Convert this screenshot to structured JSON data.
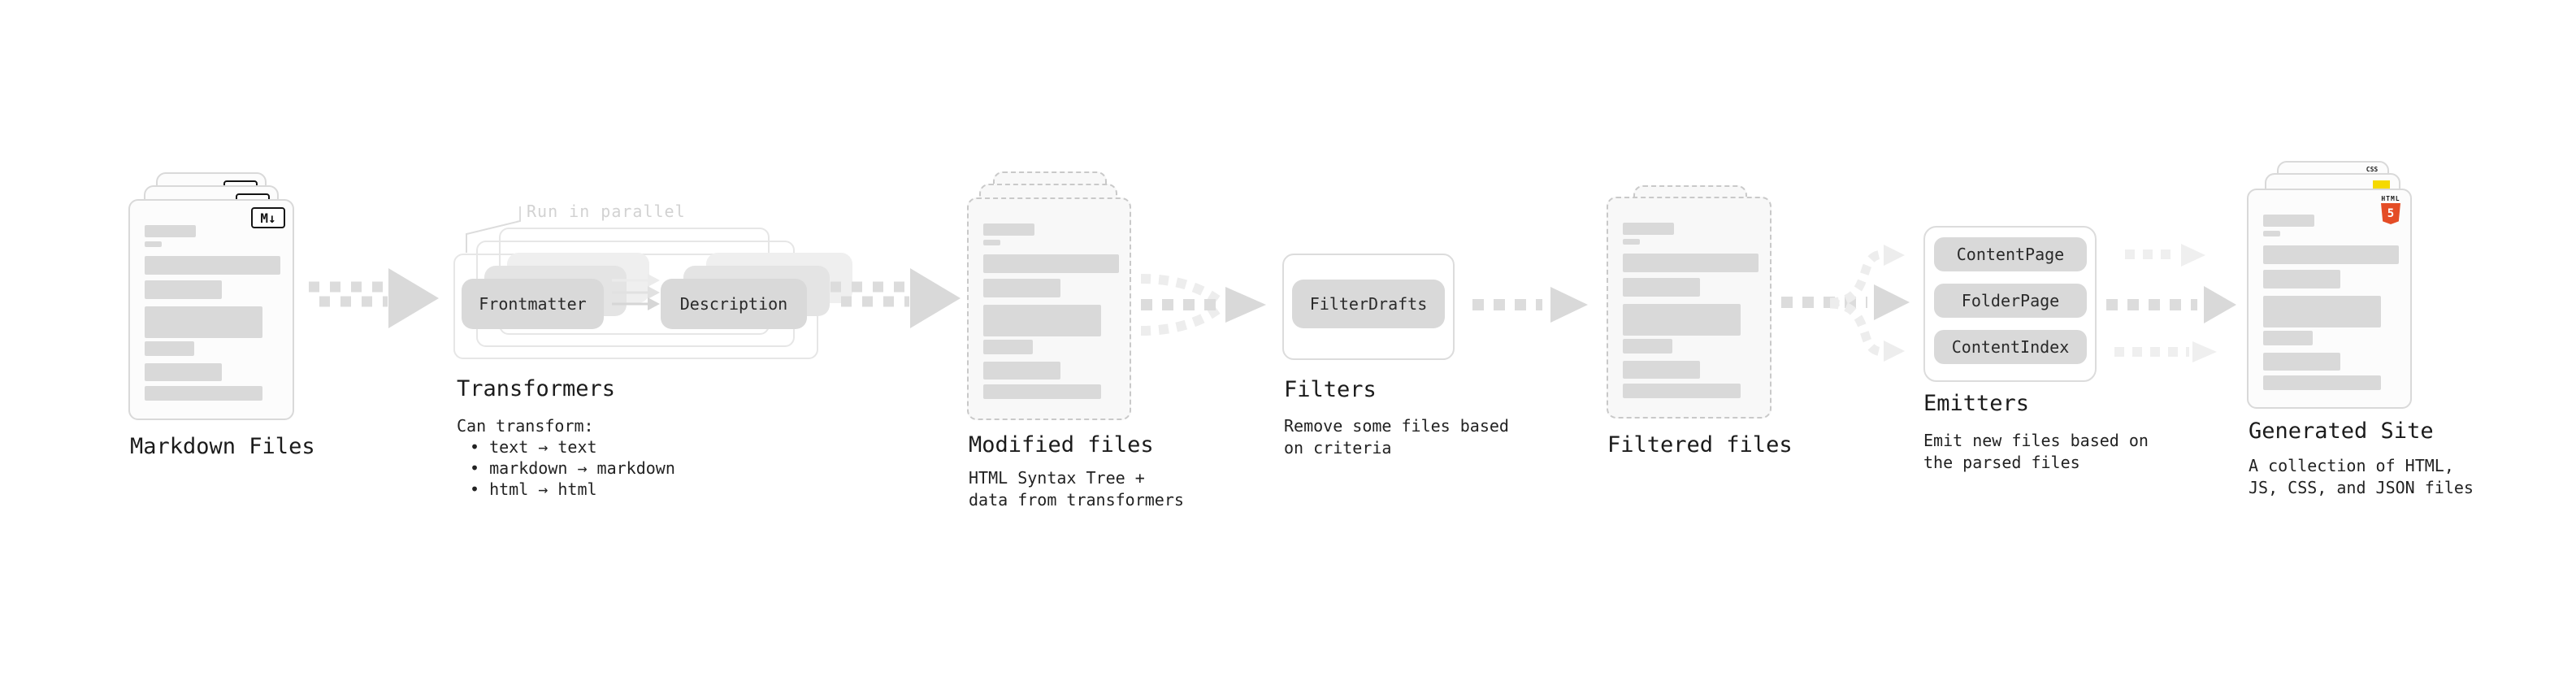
{
  "diagram": {
    "stages": {
      "markdown": {
        "label": "Markdown Files",
        "badge": "M↓"
      },
      "transformers": {
        "title": "Transformers",
        "annotation": "Run in parallel",
        "pills": [
          "Frontmatter",
          "Description"
        ],
        "desc_intro": "Can transform:",
        "desc_bullets": [
          "• text → text",
          "• markdown → markdown",
          "• html → html"
        ]
      },
      "modified": {
        "label": "Modified files",
        "desc_line1": "HTML Syntax Tree +",
        "desc_line2": "data from transformers"
      },
      "filters": {
        "title": "Filters",
        "pill": "FilterDrafts",
        "desc_line1": "Remove some files based",
        "desc_line2": "on criteria"
      },
      "filtered": {
        "label": "Filtered files"
      },
      "emitters": {
        "title": "Emitters",
        "pills": [
          "ContentPage",
          "FolderPage",
          "ContentIndex"
        ],
        "desc_line1": "Emit new files based on",
        "desc_line2": "the parsed files"
      },
      "generated": {
        "label": "Generated Site",
        "desc_line1": "A collection of HTML,",
        "desc_line2": "JS, CSS, and JSON files",
        "badges": {
          "css": "CSS",
          "html_label": "HTML",
          "html_number": "5"
        }
      }
    },
    "colors": {
      "html5_orange": "#e44d26",
      "js_yellow": "#f5d900",
      "css_blue": "#2d53e5"
    }
  }
}
